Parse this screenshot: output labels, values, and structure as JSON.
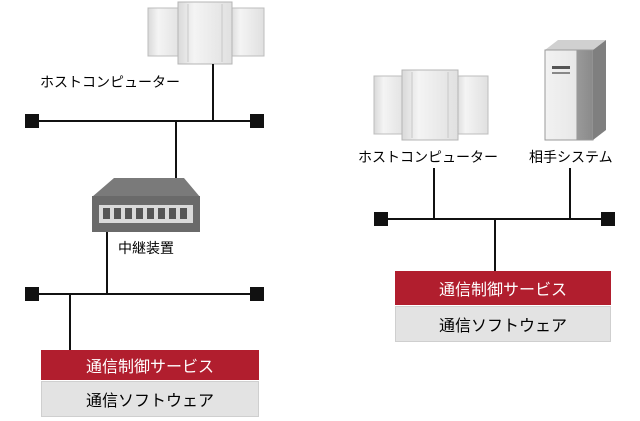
{
  "left": {
    "host_label": "ホストコンピューター",
    "relay_label": "中継装置",
    "service_label": "通信制御サービス",
    "software_label": "通信ソフトウェア"
  },
  "right": {
    "host_label": "ホストコンピューター",
    "partner_label": "相手システム",
    "service_label": "通信制御サービス",
    "software_label": "通信ソフトウェア"
  },
  "colors": {
    "service_bg": "#b11e2e",
    "software_bg": "#e3e3e3",
    "line": "#111111"
  }
}
